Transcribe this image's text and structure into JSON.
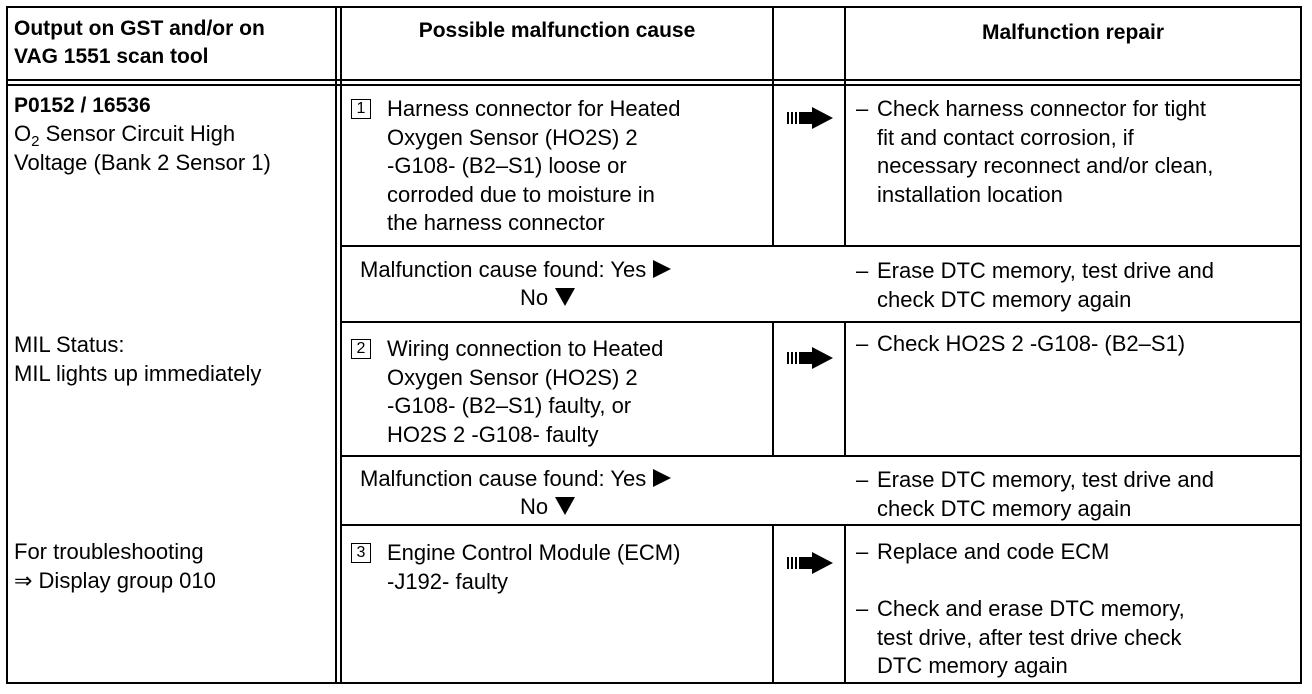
{
  "header": {
    "col1": "Output on GST and/or on\nVAG 1551 scan tool",
    "col2": "Possible malfunction cause",
    "col3": "Malfunction repair"
  },
  "left": {
    "code": "P0152 / 16536",
    "description_line1_prefix": "O",
    "description_line1_sub": "2",
    "description_line1_rest": " Sensor Circuit High",
    "description_line2": "Voltage (Bank 2 Sensor 1)",
    "mil": "MIL Status:\nMIL lights up immediately",
    "troubleshooting": "For troubleshooting\n⇒ Display group 010"
  },
  "rows": [
    {
      "number": "1",
      "cause": "Harness connector for  Heated\nOxygen Sensor (HO2S) 2\n-G108- (B2–S1) loose or\ncorroded due to moisture in\nthe harness connector",
      "repair": "Check harness connector for tight\nfit and contact corrosion, if\nnecessary reconnect and/or clean,\ninstallation location"
    },
    {
      "number": "2",
      "cause": "Wiring connection to Heated\nOxygen Sensor (HO2S) 2\n-G108- (B2–S1) faulty, or\nHO2S 2 -G108- faulty",
      "repair": "Check HO2S 2 -G108- (B2–S1)"
    },
    {
      "number": "3",
      "cause": "Engine Control Module (ECM)\n-J192- faulty",
      "repair": "Replace and code ECM",
      "repair2": "Check and erase DTC memory,\ntest drive, after test drive check\nDTC memory again"
    }
  ],
  "found_rows": [
    {
      "question": "Malfunction cause found:  Yes",
      "no": "No",
      "repair": "Erase DTC memory, test drive and\ncheck DTC memory again"
    },
    {
      "question": "Malfunction cause found:  Yes",
      "no": "No",
      "repair": "Erase DTC memory, test drive and\ncheck DTC memory again"
    }
  ],
  "dash": "–"
}
